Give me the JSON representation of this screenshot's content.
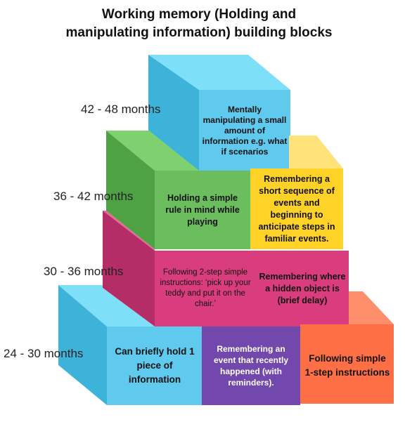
{
  "title": {
    "line1": "Working memory (Holding and",
    "line2": "manipulating information) building blocks"
  },
  "ages": {
    "a42_48": "42 - 48 months",
    "a36_42": "36 - 42 months",
    "a30_36": "30 - 36 months",
    "a24_30": "24 - 30 months"
  },
  "blocks": {
    "b42_48": "Mentally manipulating a small amount of information e.g. what if scenarios",
    "b36_42_left": "Holding a simple rule in mind while playing",
    "b36_42_right": "Remembering a short sequence of events and beginning to anticipate steps in familiar events.",
    "b30_36_left": "Following 2-step simple instructions: ‘pick up your teddy and put it on the chair.’",
    "b30_36_right": "Remembering where a hidden object is (brief delay)",
    "b24_30_left": "Can briefly hold 1 piece of information",
    "b24_30_mid": "Remembering an event that recently happened (with reminders).",
    "b24_30_right": "Following simple 1-step instructions"
  },
  "colors": {
    "cyan_front": "#5fc9ee",
    "cyan_top": "#7ee0f8",
    "cyan_side": "#3eb3d9",
    "green_front": "#6cbd5e",
    "green_top": "#7fd06e",
    "green_side": "#4fa244",
    "yellow_front": "#ffd228",
    "yellow_top": "#ffe37a",
    "magenta_front": "#da3d7d",
    "magenta_top": "#e9689c",
    "magenta_side": "#b42d67",
    "purple_front": "#7248ad",
    "purple_top": "#8a64c2",
    "orange_front": "#ff6f45",
    "orange_top": "#ff8e6a"
  }
}
